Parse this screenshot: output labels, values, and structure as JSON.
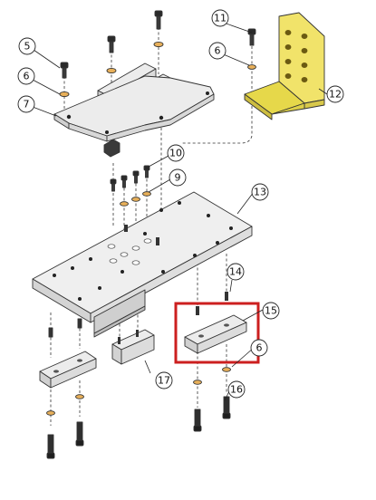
{
  "callouts": [
    {
      "label": "5"
    },
    {
      "label": "6"
    },
    {
      "label": "7"
    },
    {
      "label": "10"
    },
    {
      "label": "9"
    },
    {
      "label": "11"
    },
    {
      "label": "6"
    },
    {
      "label": "12"
    },
    {
      "label": "13"
    },
    {
      "label": "14"
    },
    {
      "label": "15"
    },
    {
      "label": "6"
    },
    {
      "label": "16"
    },
    {
      "label": "17"
    }
  ],
  "colors": {
    "highlight": "#cc1f1f",
    "bracket": "#e6d84a",
    "washer": "#e8b05a",
    "metal": "#e4e4e4"
  }
}
